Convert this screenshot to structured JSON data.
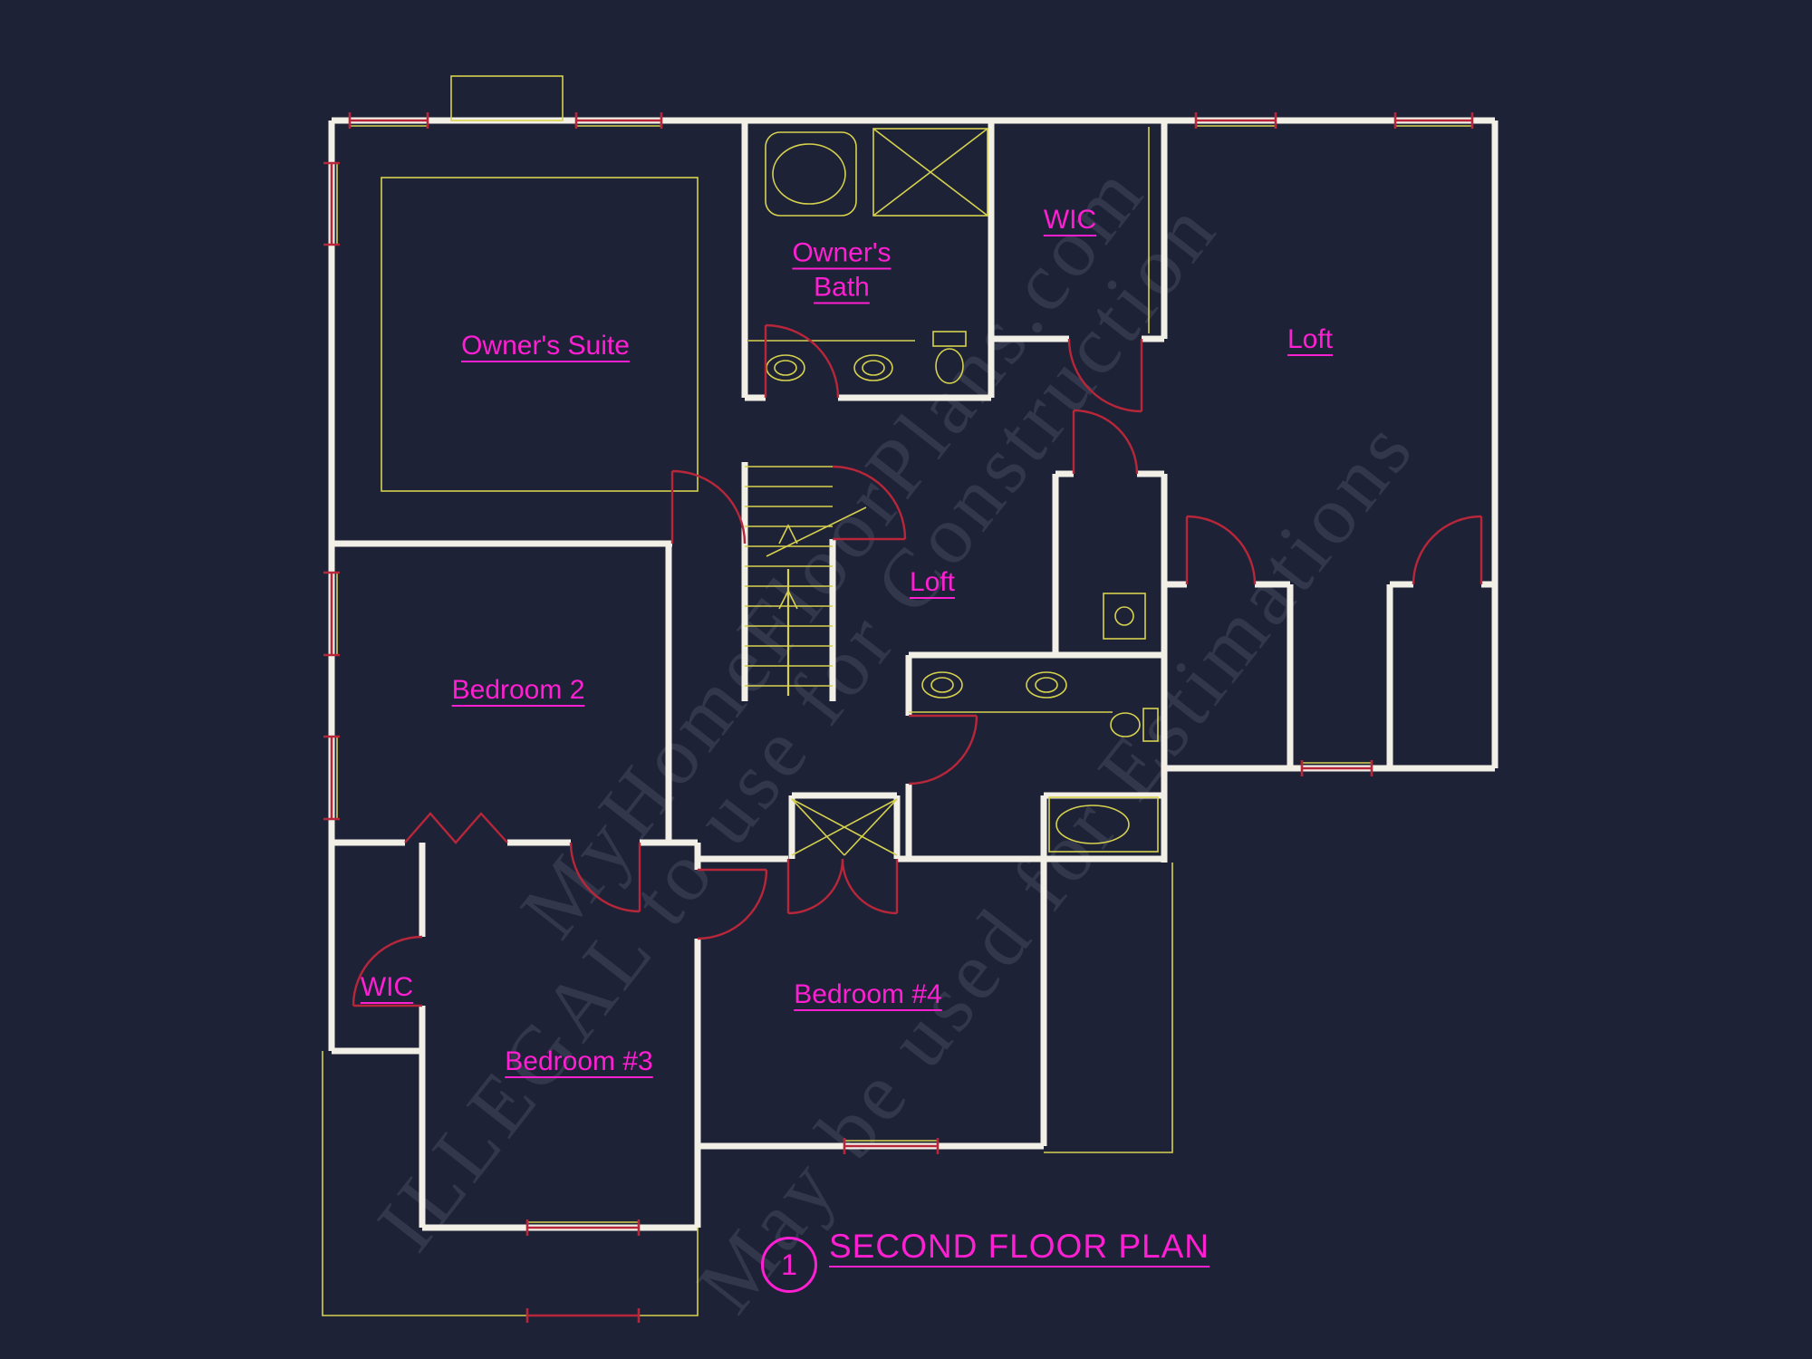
{
  "plan": {
    "title": "SECOND FLOOR PLAN",
    "sheet_number": "1"
  },
  "rooms": {
    "owners_suite": "Owner's Suite",
    "owners_bath": "Owner's Bath",
    "wic_upper": "WIC",
    "loft_upper": "Loft",
    "loft_center": "Loft",
    "bedroom_2": "Bedroom 2",
    "wic_lower": "WIC",
    "bedroom_3": "Bedroom #3",
    "bedroom_4": "Bedroom #4"
  },
  "watermark": {
    "line1": "MyHomeFloorPlans.com",
    "line2": "ILLEGAL to use for Construction",
    "line3": "May be used for Estimations"
  },
  "colors": {
    "background": "#1e2237",
    "walls": "#f2efe7",
    "fixtures": "#d6d24e",
    "accents": "#b8263a",
    "labels": "#ff1fd2"
  }
}
